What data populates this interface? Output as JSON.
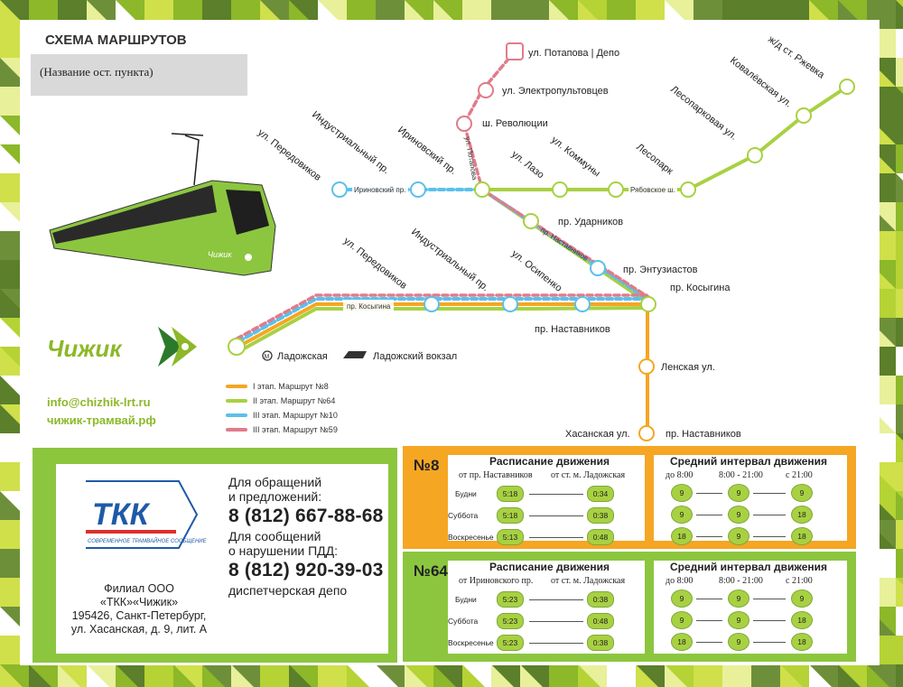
{
  "header": {
    "title": "СХЕМА МАРШРУТОВ",
    "placeholder": "(Название ост. пункта)"
  },
  "colors": {
    "orange": "#f5a623",
    "green": "#a8d142",
    "blue": "#5bc0eb",
    "red": "#e07b8a",
    "brand_green": "#8cb829"
  },
  "stations": {
    "potapova": "ул. Потапова | Депо",
    "elektro": "ул. Электропультовцев",
    "revol": "ш. Революции",
    "rzhevka": "ж/д ст. Ржевка",
    "kovalev": "Ковалёвская ул.",
    "lesoparkovaya": "Лесопарковая ул.",
    "lesopark": "Лесопарк",
    "kommuny": "ул. Коммуны",
    "lazo": "ул. Лазо",
    "irinovsky": "Ириновский пр.",
    "industr1": "Индустриальный пр.",
    "peredovikov1": "ул. Передовиков",
    "udarnikov": "пр. Ударников",
    "entuz": "пр. Энтузиастов",
    "kosygina": "пр. Косыгина",
    "nastavnikov": "пр. Наставников",
    "osipenko": "ул. Осипенко",
    "industr2": "Индустриальный пр.",
    "peredovikov2": "ул. Передовиков",
    "ladozhskaya": "Ладожская",
    "lad_vokzal": "Ладожский вокзал",
    "lenskaya": "Ленская ул.",
    "hasanskaya": "Хасанская ул.",
    "nastavnikov2": "пр. Наставников"
  },
  "street_labels": {
    "potapova": "ул. Потапова",
    "irinovsky": "Ириновский пр.",
    "ryabovskoe": "Рябовское ш.",
    "nastavnikov": "пр. Наставников",
    "kosygina": "пр. Косыгина"
  },
  "brand": {
    "name": "Чижик",
    "email": "info@chizhik-lrt.ru",
    "site": "чижик-трамвай.рф"
  },
  "legend": [
    {
      "label": "I этап. Маршрут №8",
      "color": "#f5a623"
    },
    {
      "label": "II этап. Маршрут №64",
      "color": "#a8d142"
    },
    {
      "label": "III этап. Маршрут №10",
      "color": "#5bc0eb"
    },
    {
      "label": "III этап. Маршрут №59",
      "color": "#e07b8a"
    }
  ],
  "company": {
    "logo": "ТКК",
    "logo_sub": "СОВРЕМЕННОЕ ТРАМВАЙНОЕ СООБЩЕНИЕ",
    "addr1": "Филиал ООО «ТКК»«Чижик»",
    "addr2": "195426, Санкт-Петербург,",
    "addr3": "ул. Хасанская, д. 9, лит. А",
    "phone1_title1": "Для обращений",
    "phone1_title2": "и предложений:",
    "phone1": "8 (812) 667-88-68",
    "phone2_title1": "Для сообщений",
    "phone2_title2": "о нарушении ПДД:",
    "phone2": "8 (812) 920-39-03",
    "phone2_note": "диспетчерская депо"
  },
  "schedules": [
    {
      "route": "№8",
      "title": "Расписание движения",
      "from": "от пр. Наставников",
      "to": "от ст. м. Ладожская",
      "rows": [
        {
          "day": "Будни",
          "a": "5:18",
          "b": "0:34"
        },
        {
          "day": "Суббота",
          "a": "5:18",
          "b": "0:38"
        },
        {
          "day": "Воскресенье",
          "a": "5:13",
          "b": "0:48"
        }
      ],
      "interval_title": "Средний интервал движения",
      "cols": [
        "до 8:00",
        "8:00 - 21:00",
        "с 21:00"
      ],
      "intervals": [
        [
          "9",
          "9",
          "9"
        ],
        [
          "9",
          "9",
          "18"
        ],
        [
          "18",
          "9",
          "18"
        ]
      ]
    },
    {
      "route": "№64",
      "title": "Расписание движения",
      "from": "от Ириновского пр.",
      "to": "от ст. м. Ладожская",
      "rows": [
        {
          "day": "Будни",
          "a": "5:23",
          "b": "0:38"
        },
        {
          "day": "Суббота",
          "a": "5:23",
          "b": "0:48"
        },
        {
          "day": "Воскресенье",
          "a": "5:23",
          "b": "0:38"
        }
      ],
      "interval_title": "Средний интервал движения",
      "cols": [
        "до 8:00",
        "8:00 - 21:00",
        "с 21:00"
      ],
      "intervals": [
        [
          "9",
          "9",
          "9"
        ],
        [
          "9",
          "9",
          "18"
        ],
        [
          "18",
          "9",
          "18"
        ]
      ]
    }
  ]
}
